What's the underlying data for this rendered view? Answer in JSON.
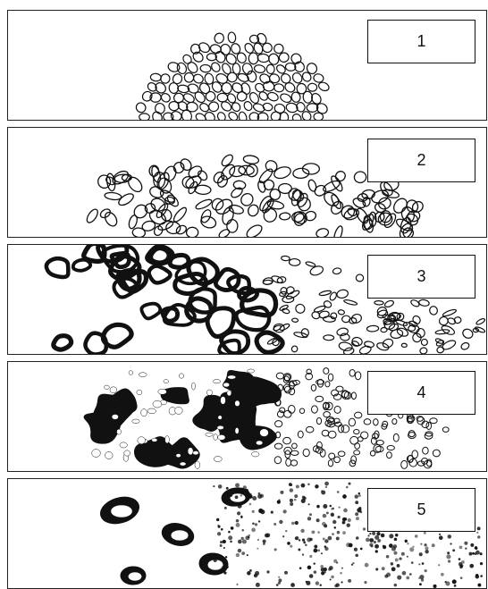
{
  "panels": [
    {
      "label": "1",
      "pattern": "small-regular-glands"
    },
    {
      "label": "2",
      "pattern": "irregular-glands"
    },
    {
      "label": "3",
      "pattern": "fused-glands"
    },
    {
      "label": "4",
      "pattern": "cribriform-sheets"
    },
    {
      "label": "5",
      "pattern": "solid-sheets"
    }
  ],
  "colors": {
    "ink": "#111111",
    "background": "#ffffff",
    "border": "#222222"
  }
}
